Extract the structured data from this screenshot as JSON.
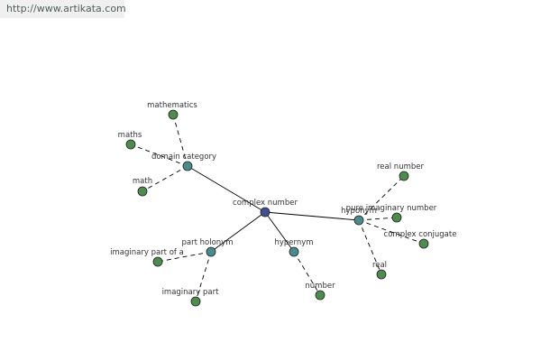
{
  "watermark": "http://www.artikata.com",
  "colors": {
    "center": "#3f4f8f",
    "relation": "#4a8c8c",
    "leaf": "#4f8a4f",
    "node_stroke": "#222222",
    "edge": "#000000"
  },
  "graph": {
    "center": {
      "id": "center",
      "label": "complex number",
      "role": "center"
    },
    "relations": [
      {
        "id": "domain",
        "label": "domain category",
        "role": "relation"
      },
      {
        "id": "hyponym",
        "label": "hyponym",
        "role": "relation"
      },
      {
        "id": "partholonym",
        "label": "part holonym",
        "role": "relation"
      },
      {
        "id": "hypernym",
        "label": "hypernym",
        "role": "relation"
      }
    ],
    "leaves": [
      {
        "id": "mathematics",
        "label": "mathematics",
        "parent": "domain"
      },
      {
        "id": "maths",
        "label": "maths",
        "parent": "domain"
      },
      {
        "id": "math",
        "label": "math",
        "parent": "domain"
      },
      {
        "id": "realnumber",
        "label": "real number",
        "parent": "hyponym"
      },
      {
        "id": "pureimag",
        "label": "pure imaginary number",
        "parent": "hyponym"
      },
      {
        "id": "conjugate",
        "label": "complex conjugate",
        "parent": "hyponym"
      },
      {
        "id": "real",
        "label": "real",
        "parent": "hyponym"
      },
      {
        "id": "imagparta",
        "label": "imaginary part of a",
        "parent": "partholonym"
      },
      {
        "id": "imagpart",
        "label": "imaginary part",
        "parent": "partholonym"
      },
      {
        "id": "number",
        "label": "number",
        "parent": "hypernym"
      }
    ]
  }
}
